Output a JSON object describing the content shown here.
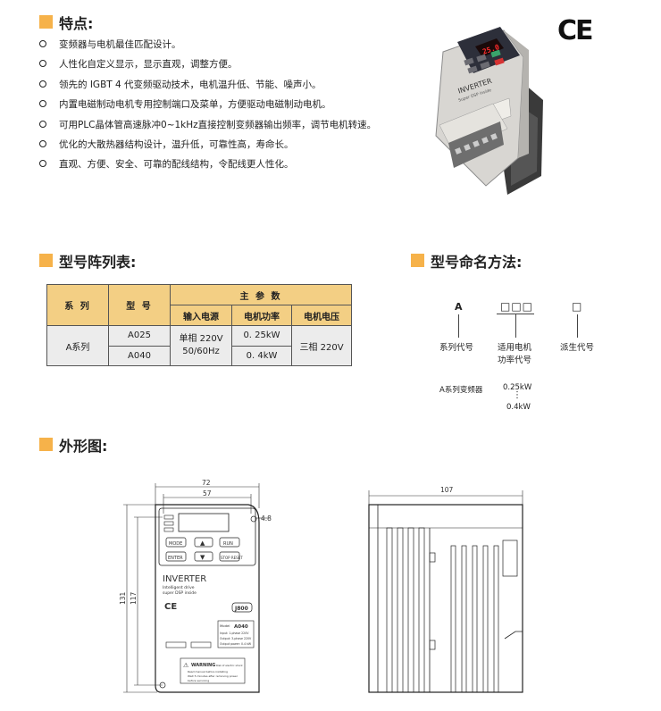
{
  "features": {
    "title": "特点:",
    "items": [
      "变频器与电机最佳匹配设计。",
      "人性化自定义显示，显示直观，调整方便。",
      "领先的 IGBT 4 代变频驱动技术，电机温升低、节能、噪声小。",
      "内置电磁制动电机专用控制端口及菜单，方便驱动电磁制动电机。",
      "可用PLC晶体管高速脉冲0~1kHz直接控制变频器输出频率，调节电机转速。",
      "优化的大散热器结构设计，温升低，可靠性高，寿命长。",
      "直观、方便、安全、可靠的配线结构，令配线更人性化。"
    ],
    "ce_mark": "CE",
    "product_photo": {
      "display": "25.0",
      "brand_label": "INVERTER",
      "sub_label": "Super DSP inside"
    }
  },
  "model_list": {
    "title": "型号阵列表:",
    "table": {
      "col_series": "系 列",
      "col_model": "型 号",
      "col_main_params": "主 参 数",
      "col_input": "输入电源",
      "col_power": "电机功率",
      "col_voltage": "电机电压",
      "series": "A系列",
      "models": [
        "A025",
        "A040"
      ],
      "input": "单相 220V\n50/60Hz",
      "powers": [
        "0. 25kW",
        "0. 4kW"
      ],
      "voltage": "三相 220V"
    }
  },
  "naming": {
    "title": "型号命名方法:",
    "letter": "A",
    "boxes": "□□□",
    "box_single": "□",
    "label_series": "系列代号",
    "label_power_1": "适用电机",
    "label_power_2": "功率代号",
    "label_derived": "派生代号",
    "example_series": "A系列变频器",
    "example_power_min": "0.25kW",
    "example_dots": "⋮",
    "example_power_max": "0.4kW"
  },
  "outline": {
    "title": "外形图:",
    "dim_width_outer": "72",
    "dim_width_inner": "57",
    "dim_hole": "4.8",
    "dim_height_outer": "131",
    "dim_height_inner": "117",
    "dim_depth": "107",
    "keys": [
      "MODE",
      "RUN",
      "ENTER",
      "STOP RESET"
    ],
    "front_brand": "INVERTER",
    "front_sub_1": "Intelligent drive",
    "front_sub_2": "super DSP inside",
    "front_ce": "CE",
    "front_logo": "J800",
    "label_model": "Model",
    "label_model_value": "A040",
    "label_input": "Input:  1-phase 220V",
    "label_output": "Output: 3-phase 220V",
    "label_power": "Output power:  0.4 kW",
    "warning_title": "WARNING",
    "warning_sub": "Risk of electric shock",
    "warning_line_1": "Read manual before installing",
    "warning_line_2": "Wait 5 minutes after removing power",
    "warning_line_3": "before servicing"
  }
}
